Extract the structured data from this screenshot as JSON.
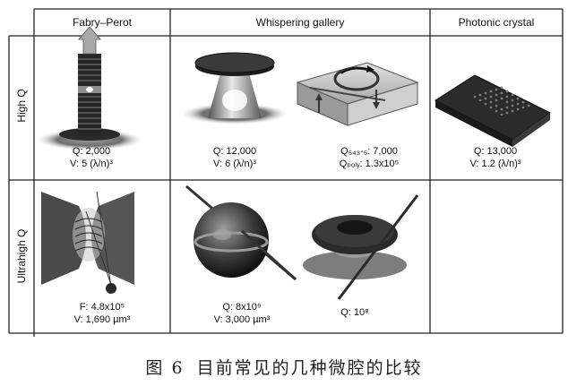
{
  "table": {
    "columns": [
      "Fabry–Perot",
      "Whispering gallery",
      "Photonic crystal"
    ],
    "rows": [
      "High Q",
      "Ultrahigh Q"
    ],
    "cells": {
      "fp_high": [
        "Q: 2,000",
        "V: 5 (λ/n)³"
      ],
      "wg_high_disk": [
        "Q: 12,000",
        "V: 6 (λ/n)³"
      ],
      "wg_high_ring": [
        "Q₅₄₃-₅: 7,000",
        "Qₚₒₗᵧ: 1.3x10⁵"
      ],
      "pc_high": [
        "Q: 13,000",
        "V: 1.2 (λ/n)³"
      ],
      "fp_ultra": [
        "F: 4.8x10⁵",
        "V: 1,690 µm³"
      ],
      "wg_ultra_sphere": [
        "Q: 8x10⁹",
        "V: 3,000 µm³"
      ],
      "wg_ultra_toroid": [
        "Q: 10⁸"
      ]
    }
  },
  "caption": {
    "label": "图 6",
    "text": "目前常见的几种微腔的比较"
  }
}
